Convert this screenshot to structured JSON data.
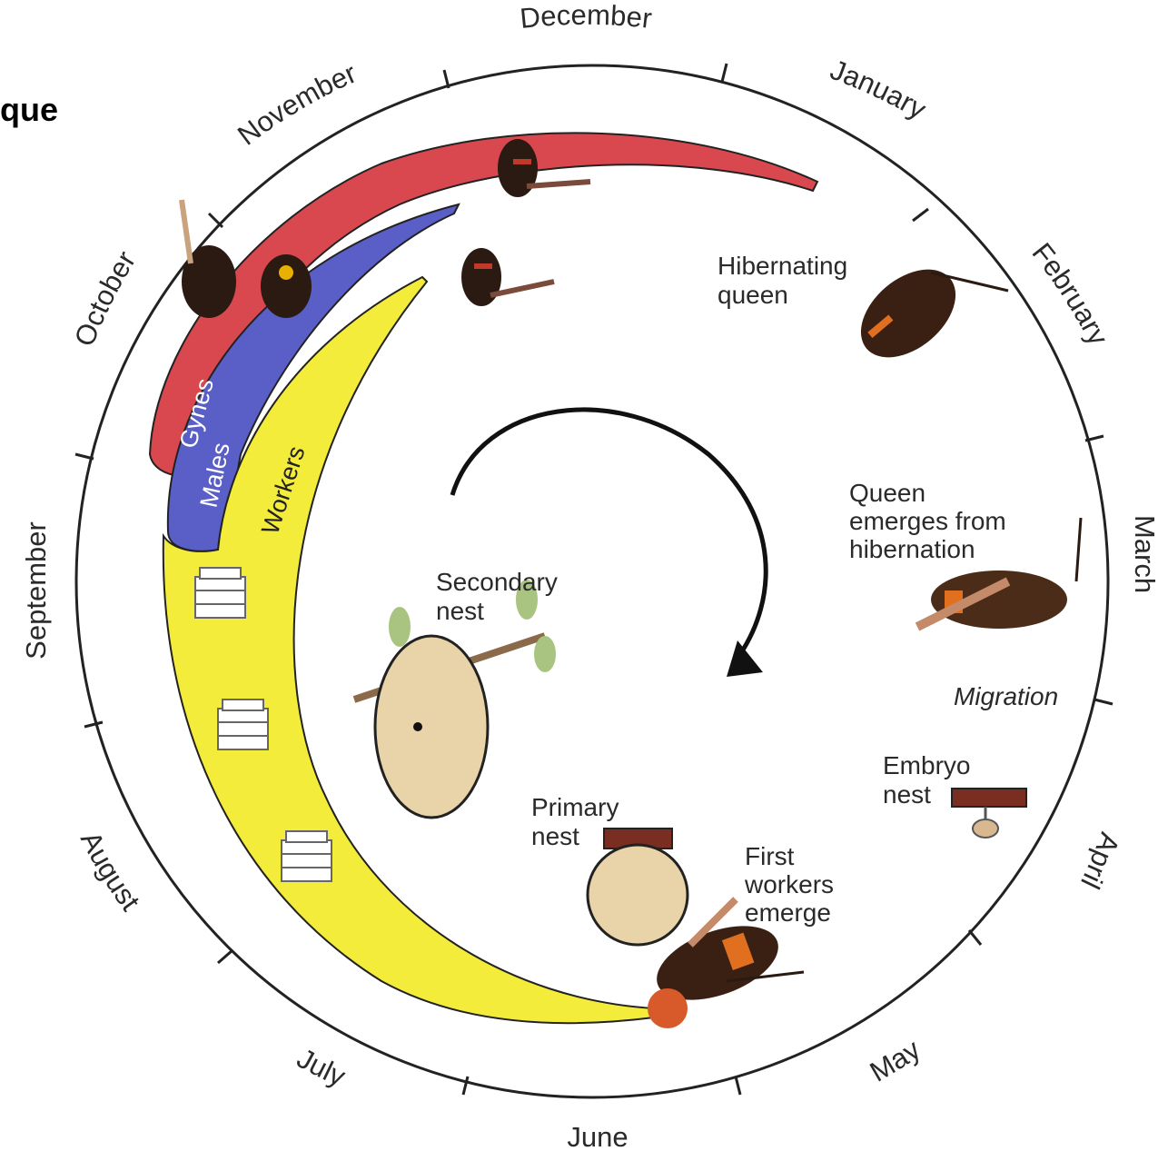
{
  "corner_title": "que",
  "months": [
    "December",
    "January",
    "February",
    "March",
    "April",
    "May",
    "June",
    "July",
    "August",
    "September",
    "October",
    "November"
  ],
  "castes": {
    "gynes": "Gynes",
    "males": "Males",
    "workers": "Workers"
  },
  "labels": {
    "hibernating": [
      "Hibernating",
      "queen"
    ],
    "queen_emerges": [
      "Queen",
      "emerges from",
      "hibernation"
    ],
    "migration": "Migration",
    "embryo_nest": [
      "Embryo",
      "nest"
    ],
    "first_workers": [
      "First",
      "workers",
      "emerge"
    ],
    "primary_nest": [
      "Primary",
      "nest"
    ],
    "secondary_nest": [
      "Secondary",
      "nest"
    ]
  },
  "colors": {
    "gynes": "#d9484f",
    "males": "#5a5fc8",
    "workers": "#f4ec3a",
    "nest": "#e8d4a8",
    "nest_bar": "#7a2e22"
  }
}
